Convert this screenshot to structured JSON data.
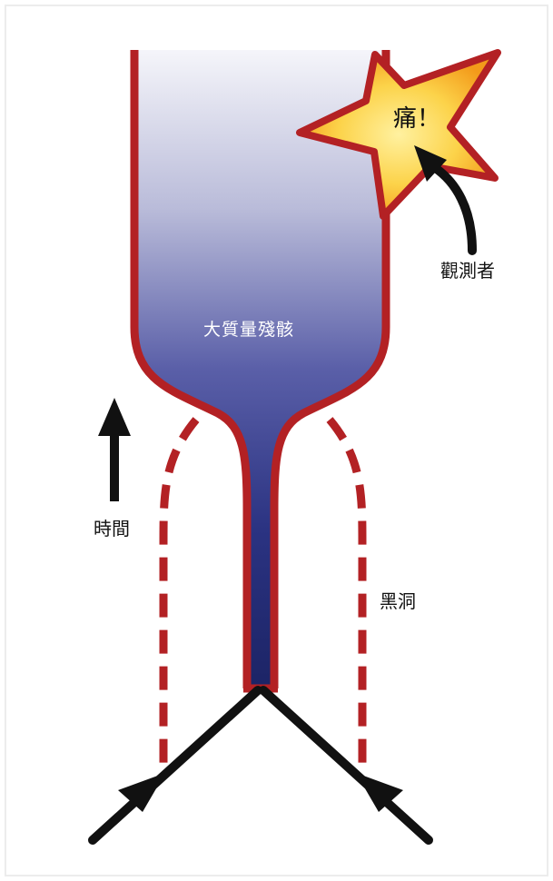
{
  "labels": {
    "remnant": "大質量殘骸",
    "ouch": "痛！",
    "observer": "觀測者",
    "time": "時間",
    "black_hole": "黑洞"
  },
  "colors": {
    "background": "#ffffff",
    "frame_border": "#e8e8e8",
    "wall_red": "#b32124",
    "remnant_gradient_top": "#f5f5fa",
    "remnant_gradient_bottom": "#232b6e",
    "star_outer": "#f7a21b",
    "star_inner": "#fde37a",
    "arrow": "#111111"
  },
  "icons": {
    "star": "starburst-icon",
    "observer_arrow": "curved-arrow-icon",
    "time_arrow": "up-arrow-icon"
  }
}
